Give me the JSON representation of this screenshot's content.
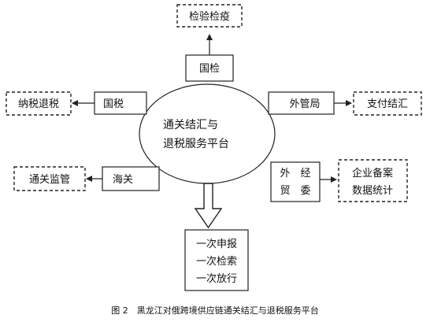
{
  "center": {
    "line1": "通关结汇与",
    "line2": "退税服务平台"
  },
  "agencies": {
    "inspection": "国检",
    "tax": "国税",
    "customs": "海关",
    "forex": "外管局",
    "trade": {
      "line1": "外　经",
      "line2": "贸　委"
    }
  },
  "services": {
    "quarantine": "检验检疫",
    "tax_refund": "纳税退税",
    "customs_supervision": "通关监管",
    "payment_settlement": "支付结汇",
    "enterprise_records": {
      "line1": "企业备案",
      "line2": "数据统计"
    }
  },
  "output": {
    "line1": "一次申报",
    "line2": "一次检索",
    "line3": "一次放行"
  },
  "caption": "图 2　黑龙江对俄跨境供应链通关结汇与退税服务平台"
}
